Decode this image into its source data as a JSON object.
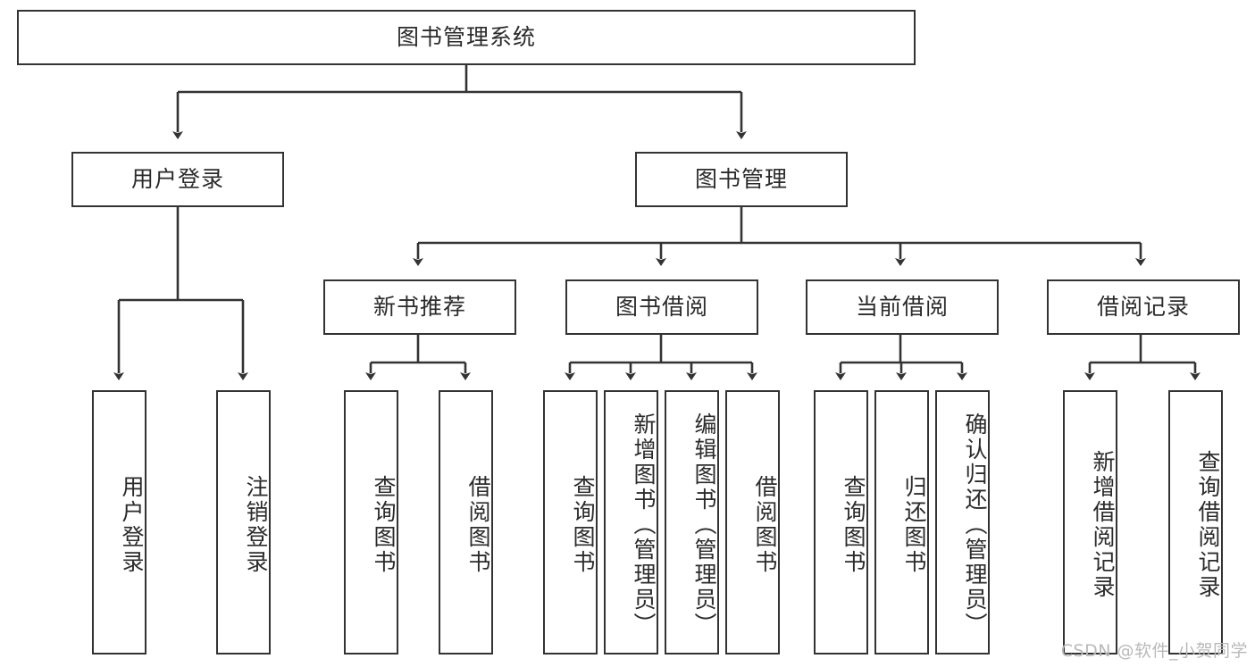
{
  "diagram": {
    "type": "tree",
    "title": "图书管理系统",
    "orientation": "top-down",
    "edge_color": "#333333",
    "node_border_color": "#333333",
    "node_fill_color": "#ffffff",
    "text_color": "#2b2b2b",
    "background": "#ffffff"
  },
  "root": {
    "label": "图书管理系统"
  },
  "level2": [
    {
      "label": "用户登录"
    },
    {
      "label": "图书管理"
    }
  ],
  "level3": [
    {
      "label": "新书推荐"
    },
    {
      "label": "图书借阅"
    },
    {
      "label": "当前借阅"
    },
    {
      "label": "借阅记录"
    }
  ],
  "leaves": {
    "user_login": [
      {
        "label": "用户登录"
      },
      {
        "label": "注销登录"
      }
    ],
    "new_book": [
      {
        "label": "查询图书"
      },
      {
        "label": "借阅图书"
      }
    ],
    "book_borrow": [
      {
        "label": "查询图书"
      },
      {
        "label": "新增图书（管理员）"
      },
      {
        "label": "编辑图书（管理员）"
      },
      {
        "label": "借阅图书"
      }
    ],
    "current_borrow": [
      {
        "label": "查询图书"
      },
      {
        "label": "归还图书"
      },
      {
        "label": "确认归还（管理员）"
      }
    ],
    "borrow_record": [
      {
        "label": "新增借阅记录"
      },
      {
        "label": "查询借阅记录"
      }
    ]
  },
  "watermark": {
    "text": "CSDN @软件_小贺同学"
  }
}
